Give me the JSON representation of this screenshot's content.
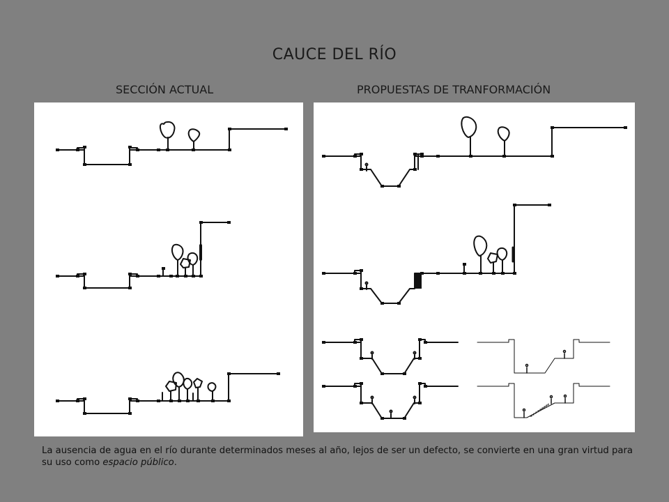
{
  "title": "CAUCE DEL RÍO",
  "left_label": "SECCIÓN ACTUAL",
  "right_label": "PROPUESTAS DE TRANFORMACIÓN",
  "caption": {
    "before": "La ausencia de agua en el río durante determinados meses al año, lejos de ser un defecto, se convierte en una gran virtud para su uso como ",
    "emphasis": "espacio público",
    "after": "."
  },
  "colors": {
    "background": "#808080",
    "panel": "#ffffff",
    "line": "#111111"
  }
}
